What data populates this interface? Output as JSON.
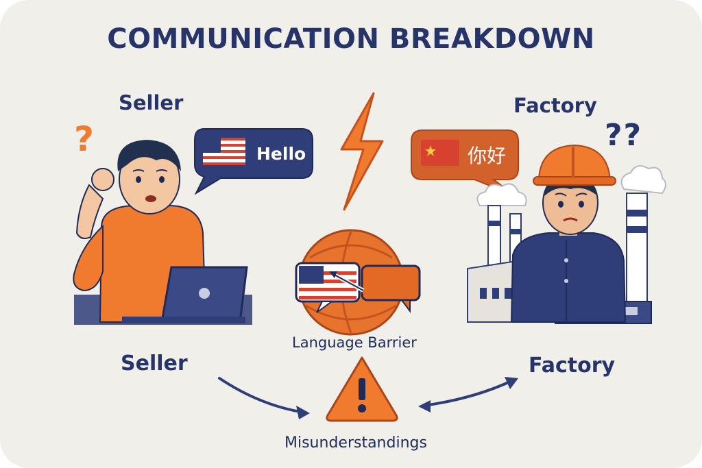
{
  "title": "COMMUNICATION BREAKDOWN",
  "labels": {
    "seller_top": "Seller",
    "factory_top": "Factory",
    "seller_bottom": "Seller",
    "factory_bottom": "Factory"
  },
  "bubbles": {
    "seller_text": "Hello",
    "factory_text": "你好"
  },
  "question_marks": {
    "seller": "?",
    "factory": "??"
  },
  "captions": {
    "barrier": "Language Barrier",
    "misunderstandings": "Misunderstandings"
  },
  "colors": {
    "navy": "#27346a",
    "orange": "#f07a2e",
    "dark_orange": "#c4521e",
    "background": "#f1efea"
  }
}
